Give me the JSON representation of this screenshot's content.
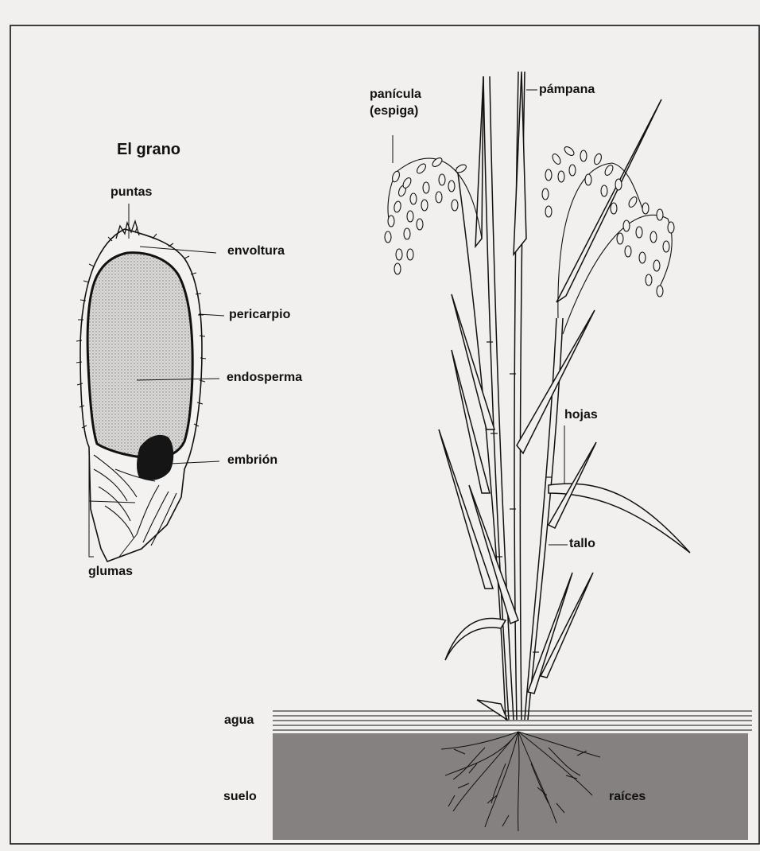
{
  "grain": {
    "title": "El grano",
    "labels": {
      "puntas": "puntas",
      "envoltura": "envoltura",
      "pericarpio": "pericarpio",
      "endosperma": "endosperma",
      "embrion": "embrión",
      "glumas": "glumas"
    }
  },
  "plant": {
    "labels": {
      "panicula_line1": "panícula",
      "panicula_line2": "(espiga)",
      "pampana": "pámpana",
      "hojas": "hojas",
      "tallo": "tallo",
      "agua": "agua",
      "suelo": "suelo",
      "raices": "raíces"
    }
  },
  "colors": {
    "background": "#f1f0ef",
    "soil": "#858181",
    "line": "#111111",
    "endosperm": "#dcdad8",
    "embryo": "#151515"
  }
}
